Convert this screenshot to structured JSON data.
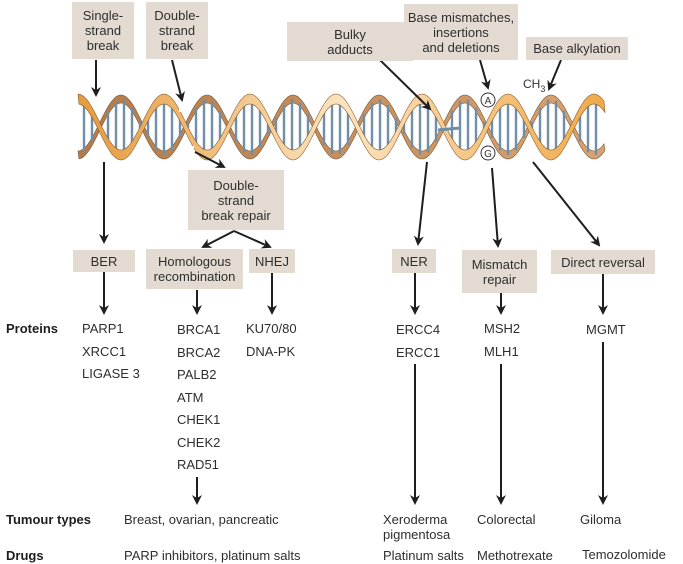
{
  "damage_types": {
    "single_strand": "Single-\nstrand\nbreak",
    "double_strand": "Double-\nstrand\nbreak",
    "bulky_adducts": "Bulky\nadducts",
    "mismatches": "Base mismatches,\ninsertions\nand deletions",
    "alkylation": "Base alkylation"
  },
  "helix_labels": {
    "ch3": "CH",
    "ch3_sub": "3",
    "base_a": "A",
    "base_g": "G"
  },
  "intermediate": {
    "dsb_repair": "Double-\nstrand\nbreak repair"
  },
  "pathways": {
    "ber": "BER",
    "hr": "Homologous\nrecombination",
    "nhej": "NHEJ",
    "ner": "NER",
    "mmr": "Mismatch\nrepair",
    "dr": "Direct reversal"
  },
  "row_labels": {
    "proteins": "Proteins",
    "tumour_types": "Tumour types",
    "drugs": "Drugs"
  },
  "proteins": {
    "ber": [
      "PARP1",
      "XRCC1",
      "LIGASE 3"
    ],
    "hr": [
      "BRCA1",
      "BRCA2",
      "PALB2",
      "ATM",
      "CHEK1",
      "CHEK2",
      "RAD51"
    ],
    "nhej": [
      "KU70/80",
      "DNA-PK"
    ],
    "ner": [
      "ERCC4",
      "ERCC1"
    ],
    "mmr": [
      "MSH2",
      "MLH1"
    ],
    "dr": [
      "MGMT"
    ]
  },
  "tumour_types": {
    "hr": "Breast, ovarian, pancreatic",
    "ner": "Xeroderma\npigmentosa",
    "mmr": "Colorectal",
    "dr": "Giloma"
  },
  "drugs": {
    "hr": "PARP inhibitors, platinum salts",
    "ner": "Platinum salts",
    "mmr": "Methotrexate",
    "dr": "Temozolomide"
  },
  "colors": {
    "box_fill": "#e3dbd1",
    "ribbon_front": "#f2b35a",
    "ribbon_back": "#c8925e",
    "base_pair": "#6f8fa8",
    "arrow": "#1e1e1e"
  }
}
